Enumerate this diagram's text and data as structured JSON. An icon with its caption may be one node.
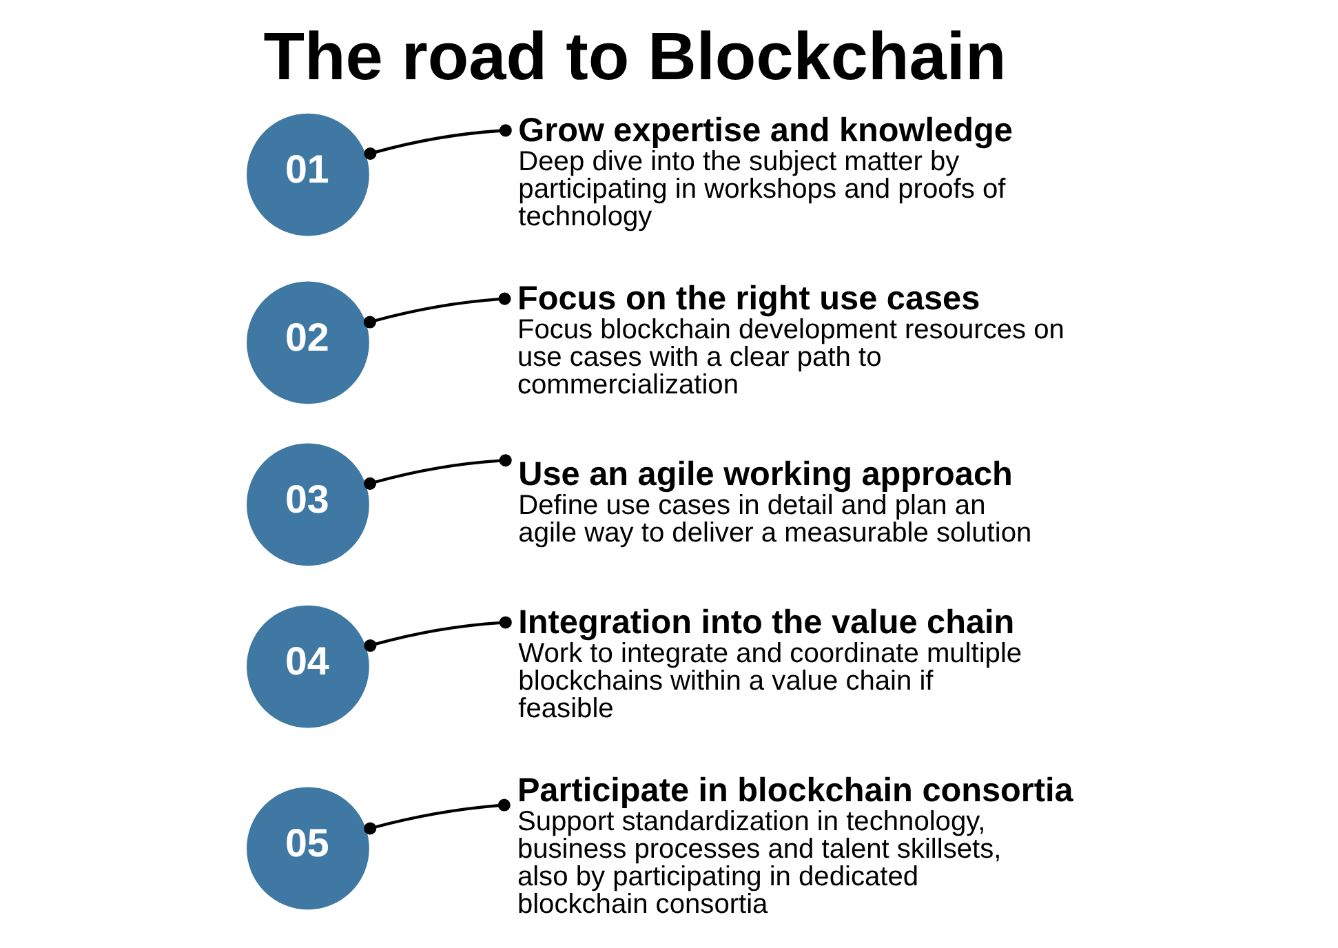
{
  "diagram": {
    "title": "The road to Blockchain",
    "nodes": [
      {
        "text": [
          "01"
        ]
      },
      {
        "text": [
          "Grow expertise and knowledge",
          "Deep dive into the subject matter by participating in workshops and proofs of technology"
        ]
      },
      {
        "text": [
          "Focus on the right use cases",
          "Focus blockchain development resources on use cases with a clear path to commercialization"
        ]
      },
      {
        "text": [
          "02"
        ]
      },
      {
        "text": [
          "03"
        ]
      },
      {
        "text": [
          "Use an agile working approach",
          "Define use cases in detail and plan an agile way to deliver a measurable solution"
        ]
      },
      {
        "text": [
          "Integration into the value chain",
          "Work to integrate and coordinate multiple blockchains within a value chain if feasible"
        ]
      },
      {
        "text": [
          "04"
        ]
      },
      {
        "text": [
          "05"
        ]
      },
      {
        "text": [
          "Participate in blockchain consortia",
          "Support standardization in technology, business processes and talent skillsets, also by participating in dedicated blockchain consortia"
        ]
      }
    ],
    "edges": [
      {
        "from": 0,
        "to": 1,
        "arrow": "other"
      },
      {
        "from": 3,
        "to": 2,
        "arrow": "other"
      },
      {
        "from": 4,
        "to": 5,
        "arrow": "other"
      },
      {
        "from": 7,
        "to": 6,
        "arrow": "other"
      },
      {
        "from": 8,
        "to": 9,
        "arrow": "other"
      }
    ]
  }
}
